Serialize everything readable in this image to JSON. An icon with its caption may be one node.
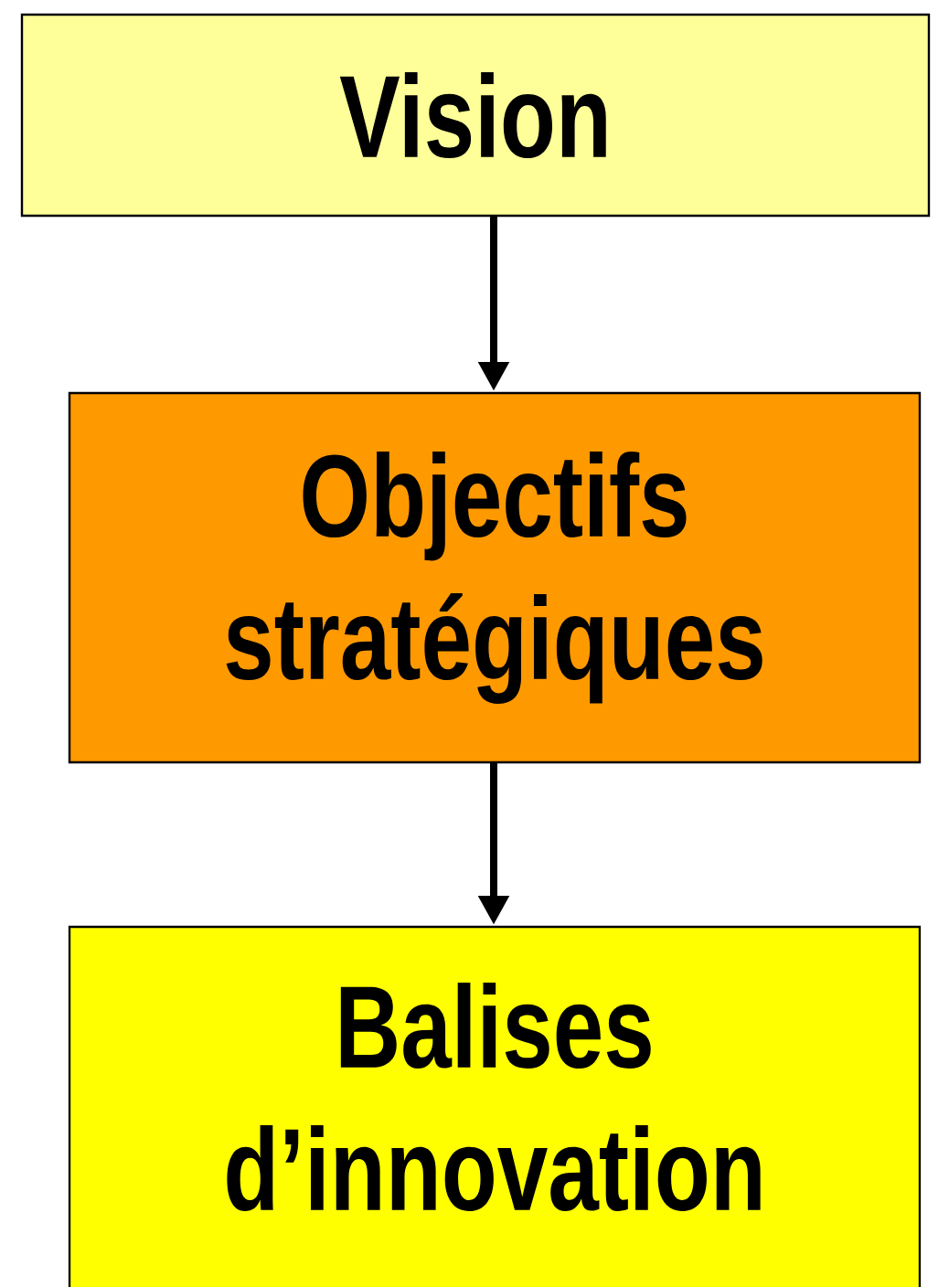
{
  "diagram": {
    "nodes": [
      {
        "text": [
          "Vision"
        ]
      },
      {
        "text": [
          "Objectifs stratégiques"
        ]
      },
      {
        "text": [
          "Balises d’innovation"
        ]
      }
    ],
    "edges": [
      {
        "from": 0,
        "to": 1,
        "arrow": "to"
      },
      {
        "from": 1,
        "to": 2,
        "arrow": "to"
      }
    ]
  }
}
